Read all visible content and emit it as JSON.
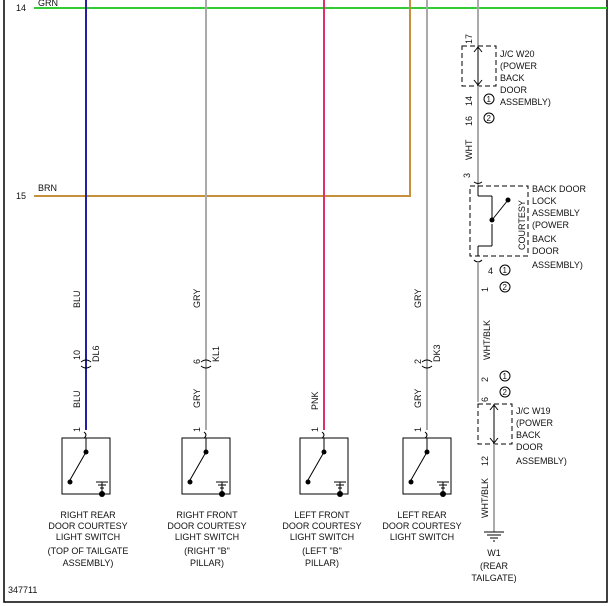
{
  "colors": {
    "grn": "#33cc33",
    "brn": "#c8903c",
    "blu": "#2020a0",
    "gry": "#aaaaaa",
    "pnk": "#e0306a",
    "frame": "#000000"
  },
  "buses": {
    "grn": {
      "number": "14",
      "color_code": "GRN"
    },
    "brn": {
      "number": "15",
      "color_code": "BRN"
    }
  },
  "wires": {
    "right_rear": {
      "upper_code": "BLU",
      "pin": "10",
      "connector": "DL6",
      "lower_code": "BLU",
      "switch_pin": "1"
    },
    "right_front": {
      "upper_code": "GRY",
      "pin": "6",
      "connector": "KL1",
      "lower_code": "GRY",
      "switch_pin": "1"
    },
    "left_front": {
      "lower_code": "PNK",
      "switch_pin": "1"
    },
    "left_rear": {
      "upper_code": "GRY",
      "pin": "2",
      "connector": "DK3",
      "lower_code": "GRY",
      "switch_pin": "1"
    }
  },
  "switches": {
    "right_rear": {
      "line1": "RIGHT REAR",
      "line2": "DOOR COURTESY",
      "line3": "LIGHT SWITCH",
      "line4": "(TOP OF TAILGATE",
      "line5": "ASSEMBLY)"
    },
    "right_front": {
      "line1": "RIGHT FRONT",
      "line2": "DOOR COURTESY",
      "line3": "LIGHT SWITCH",
      "line4": "(RIGHT \"B\"",
      "line5": "PILLAR)"
    },
    "left_front": {
      "line1": "LEFT FRONT",
      "line2": "DOOR COURTESY",
      "line3": "LIGHT SWITCH",
      "line4": "(LEFT \"B\"",
      "line5": "PILLAR)"
    },
    "left_rear": {
      "line1": "LEFT REAR",
      "line2": "DOOR COURTESY",
      "line3": "LIGHT SWITCH"
    }
  },
  "jc_w20": {
    "pin_top": "17",
    "pin_bottom": "14",
    "circle1": "1",
    "circle2": "2",
    "line1": "J/C W20",
    "line2": "(POWER",
    "line3": "BACK",
    "line4": "DOOR",
    "line5": "ASSEMBLY)"
  },
  "wht_segment": {
    "pin": "16",
    "color_code": "WHT"
  },
  "back_door_lock": {
    "pin_top": "3",
    "pin_bottom": "4",
    "pin_mid": "1",
    "circle1": "1",
    "circle2": "2",
    "inner_label": "COURTESY",
    "line1": "BACK DOOR",
    "line2": "LOCK",
    "line3": "ASSEMBLY",
    "line4": "(POWER",
    "line5": "BACK",
    "line6": "DOOR",
    "line7": "ASSEMBLY)"
  },
  "wht_blk_segment": {
    "color_code": "WHT/BLK",
    "pin": "2"
  },
  "jc_w19": {
    "pin_top": "6",
    "pin_bottom": "12",
    "circle1": "1",
    "circle2": "2",
    "line1": "J/C W19",
    "line2": "(POWER",
    "line3": "BACK",
    "line4": "DOOR",
    "line5": "ASSEMBLY)"
  },
  "ground_wire": {
    "color_code": "WHT/BLK"
  },
  "ground": {
    "id": "W1",
    "line2": "(REAR",
    "line3": "TAILGATE)"
  },
  "figure_id": "347711"
}
